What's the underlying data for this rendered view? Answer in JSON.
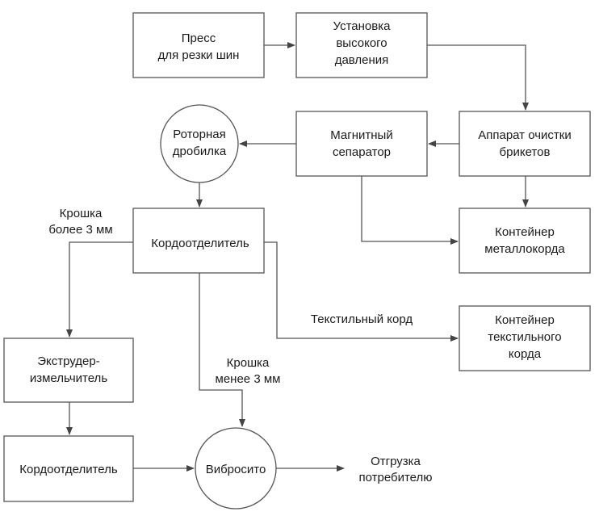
{
  "diagram": {
    "nodes": {
      "press": {
        "shape": "rect",
        "lines": [
          "Пресс",
          "для резки шин"
        ]
      },
      "hp_unit": {
        "shape": "rect",
        "lines": [
          "Установка",
          "высокого",
          "давления"
        ]
      },
      "briquette_cleaner": {
        "shape": "rect",
        "lines": [
          "Аппарат очистки",
          "брикетов"
        ]
      },
      "magnetic_separator": {
        "shape": "rect",
        "lines": [
          "Магнитный",
          "сепаратор"
        ]
      },
      "rotor_crusher": {
        "shape": "circle",
        "lines": [
          "Роторная",
          "дробилка"
        ]
      },
      "cord_separator_1": {
        "shape": "rect",
        "lines": [
          "Кордоотделитель"
        ]
      },
      "metal_cord_container": {
        "shape": "rect",
        "lines": [
          "Контейнер",
          "металлокорда"
        ]
      },
      "textile_cord_container": {
        "shape": "rect",
        "lines": [
          "Контейнер",
          "текстильного",
          "корда"
        ]
      },
      "extruder_shredder": {
        "shape": "rect",
        "lines": [
          "Экструдер-",
          "измельчитель"
        ]
      },
      "cord_separator_2": {
        "shape": "rect",
        "lines": [
          "Кордоотделитель"
        ]
      },
      "vibrating_screen": {
        "shape": "circle",
        "lines": [
          "Вибросито"
        ]
      }
    },
    "edge_labels": {
      "crumb_over_3mm": [
        "Крошка",
        "более 3 мм"
      ],
      "textile_cord": [
        "Текстильный корд"
      ],
      "crumb_under_3mm": [
        "Крошка",
        "менее 3 мм"
      ],
      "shipment": [
        "Отгрузка",
        "потребителю"
      ]
    },
    "edges": [
      {
        "from": "press",
        "to": "hp_unit"
      },
      {
        "from": "hp_unit",
        "to": "briquette_cleaner"
      },
      {
        "from": "briquette_cleaner",
        "to": "magnetic_separator"
      },
      {
        "from": "briquette_cleaner",
        "to": "metal_cord_container"
      },
      {
        "from": "magnetic_separator",
        "to": "rotor_crusher"
      },
      {
        "from": "magnetic_separator",
        "to": "metal_cord_container"
      },
      {
        "from": "rotor_crusher",
        "to": "cord_separator_1"
      },
      {
        "from": "cord_separator_1",
        "to": "extruder_shredder",
        "label": "crumb_over_3mm"
      },
      {
        "from": "cord_separator_1",
        "to": "textile_cord_container",
        "label": "textile_cord"
      },
      {
        "from": "cord_separator_1",
        "to": "vibrating_screen",
        "label": "crumb_under_3mm"
      },
      {
        "from": "extruder_shredder",
        "to": "cord_separator_2"
      },
      {
        "from": "cord_separator_2",
        "to": "vibrating_screen"
      },
      {
        "from": "vibrating_screen",
        "to": "shipment",
        "label": "shipment"
      }
    ]
  }
}
